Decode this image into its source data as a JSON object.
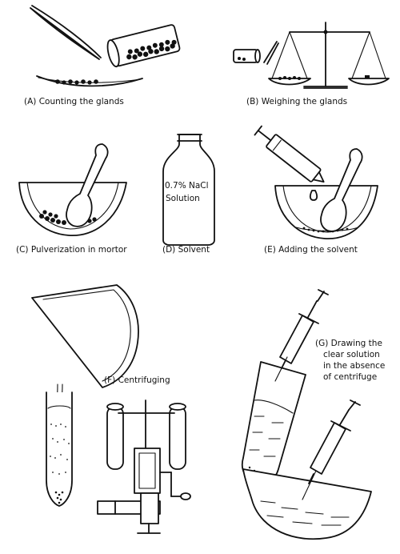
{
  "panels": {
    "a": {
      "caption": "(A) Counting  the  glands"
    },
    "b": {
      "caption": "(B)  Weighing  the  glands"
    },
    "c": {
      "caption": "(C) Pulverization  in  mortor"
    },
    "d": {
      "caption": "(D)  Solvent",
      "bottle_text_1": "0.7% NaCl",
      "bottle_text_2": "Solution"
    },
    "e": {
      "caption": "(E)  Adding  the  solvent"
    },
    "f": {
      "caption": "(F)  Centrifuging"
    },
    "g": {
      "caption_1": "(G)  Drawing  the",
      "caption_2": "clear  solution",
      "caption_3": "in  the  absence",
      "caption_4": "of  centrifuge"
    }
  }
}
